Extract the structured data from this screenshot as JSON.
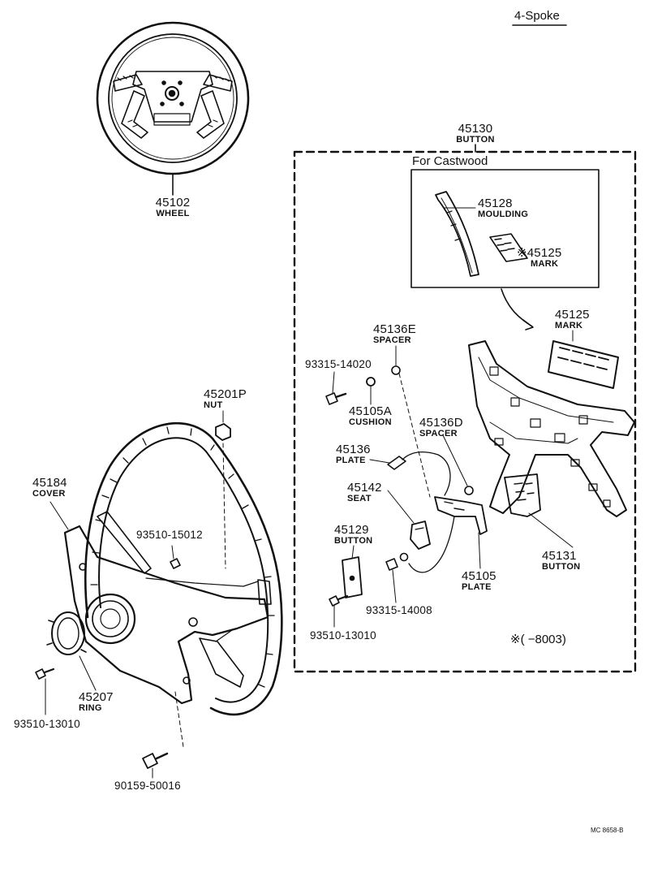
{
  "title": "4-Spoke",
  "subgroup_title": "For Castwood",
  "remark": "※(      −8003)",
  "code": "MC  8658-B",
  "parts": {
    "p45102": {
      "num": "45102",
      "name": "WHEEL"
    },
    "p45130": {
      "num": "45130",
      "name": "BUTTON"
    },
    "p45128": {
      "num": "45128",
      "name": "MOULDING"
    },
    "p45125a": {
      "num": "※45125",
      "name": "MARK"
    },
    "p45125b": {
      "num": "45125",
      "name": "MARK"
    },
    "p45136e": {
      "num": "45136E",
      "name": "SPACER"
    },
    "p93315a": {
      "num": "93315-14020"
    },
    "p45105a": {
      "num": "45105A",
      "name": "CUSHION"
    },
    "p45201p": {
      "num": "45201P",
      "name": "NUT"
    },
    "p45136d": {
      "num": "45136D",
      "name": "SPACER"
    },
    "p45136": {
      "num": "45136",
      "name": "PLATE"
    },
    "p45184": {
      "num": "45184",
      "name": "COVER"
    },
    "p45142": {
      "num": "45142",
      "name": "SEAT"
    },
    "p93510a": {
      "num": "93510-15012"
    },
    "p45129": {
      "num": "45129",
      "name": "BUTTON"
    },
    "p45105": {
      "num": "45105",
      "name": "PLATE"
    },
    "p45131": {
      "num": "45131",
      "name": "BUTTON"
    },
    "p93315b": {
      "num": "93315-14008"
    },
    "p93510b": {
      "num": "93510-13010"
    },
    "p45207": {
      "num": "45207",
      "name": "RING"
    },
    "p93510c": {
      "num": "93510-13010"
    },
    "p90159": {
      "num": "90159-50016"
    }
  }
}
